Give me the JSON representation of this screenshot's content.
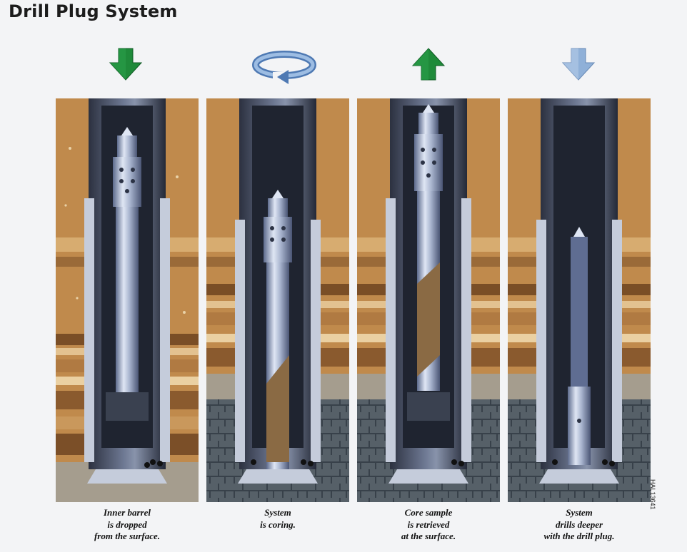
{
  "title": "Drill Plug System",
  "figure_id": "HAL13641",
  "colors": {
    "green_arrow": "#1f8a3a",
    "blue_arrow": "#8fb0d8",
    "formation_tan": "#c08a4c",
    "rock_gray": "#566068",
    "steel": "#9aa7c4"
  },
  "stages": [
    {
      "icon": "arrow-down-green-icon",
      "caption": [
        "Inner barrel",
        "is dropped",
        "from the surface."
      ]
    },
    {
      "icon": "rotate-arrow-icon",
      "caption": [
        "System",
        "is coring."
      ]
    },
    {
      "icon": "arrow-up-green-icon",
      "caption": [
        "Core sample",
        "is retrieved",
        "at the surface."
      ]
    },
    {
      "icon": "arrow-down-blue-icon",
      "caption": [
        "System",
        "drills deeper",
        "with the drill plug."
      ]
    }
  ]
}
